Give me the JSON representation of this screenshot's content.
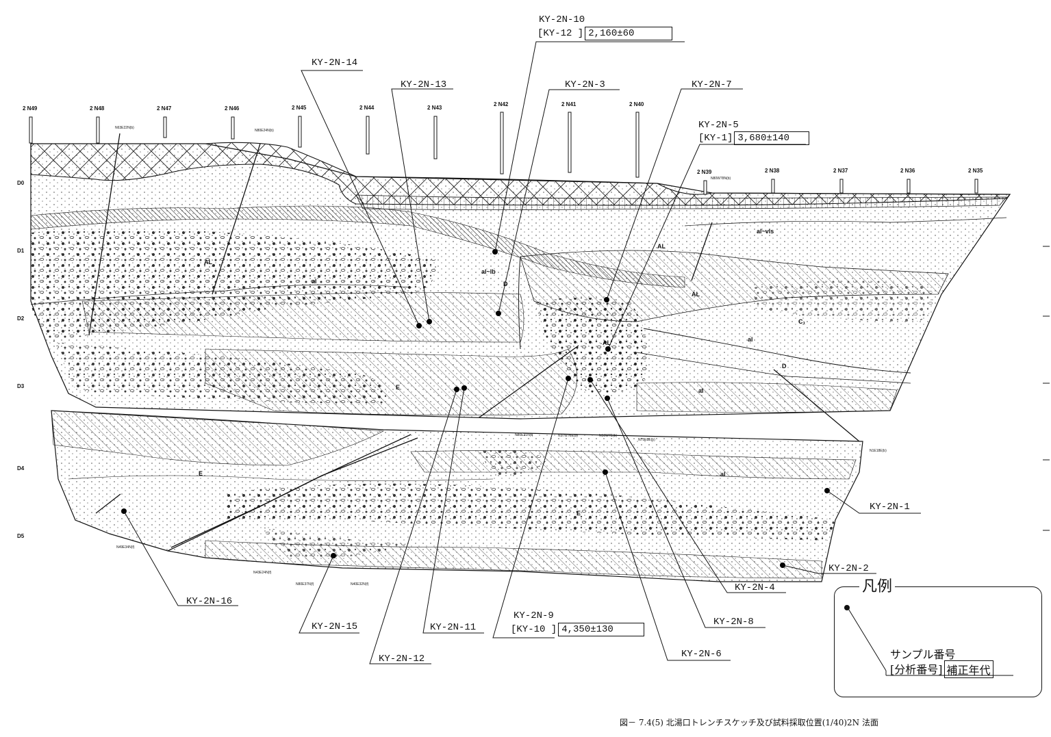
{
  "stations_upper": [
    "2 N49",
    "2 N48",
    "2 N47",
    "2 N46",
    "2 N45",
    "2 N44",
    "2 N43",
    "2 N42",
    "2 N41",
    "2 N40"
  ],
  "stations_lower": [
    "2 N39",
    "2 N38",
    "2 N37",
    "2 N36",
    "2 N35"
  ],
  "depth_marks": [
    "D0",
    "D1",
    "D2",
    "D3",
    "D4",
    "D5"
  ],
  "unit_labels": [
    "AL",
    "AL",
    "AL",
    "AL",
    "D",
    "D",
    "E",
    "E",
    "E",
    "C₁",
    "al",
    "al",
    "al",
    "al",
    "al~lb",
    "al~vls"
  ],
  "fault_labels": [
    "N63E22N(b)",
    "N80E24N(b)",
    "N80W78N(b)",
    "N80E31N(f)",
    "N17W76E(b)",
    "N16W7E(b)",
    "N75E8E(b)",
    "N1E18E(b)",
    "N49E34N(f)",
    "N43E24N(f)",
    "N80E37N(f)",
    "N40E32N(f)"
  ],
  "samples": {
    "n1": "KY-2N-1",
    "n2": "KY-2N-2",
    "n3": "KY-2N-3",
    "n4": "KY-2N-4",
    "n5": "KY-2N-5",
    "n5_analysis": "[KY-1]",
    "n5_age": "3,680±140",
    "n6": "KY-2N-6",
    "n7": "KY-2N-7",
    "n8": "KY-2N-8",
    "n9": "KY-2N-9",
    "n9_analysis": "[KY-10 ]",
    "n9_age": "4,350±130",
    "n10": "KY-2N-10",
    "n10_analysis": "[KY-12 ]",
    "n10_age": "2,160±60",
    "n11": "KY-2N-11",
    "n12": "KY-2N-12",
    "n13": "KY-2N-13",
    "n14": "KY-2N-14",
    "n15": "KY-2N-15",
    "n16": "KY-2N-16"
  },
  "legend": {
    "title": "凡例",
    "sample_number": "サンプル番号",
    "analysis_number": "[分析番号]",
    "corrected_age": "補正年代"
  },
  "caption": "図－ 7.4(5) 北湯口トレンチスケッチ及び試料採取位置(1/40)2N 法面"
}
